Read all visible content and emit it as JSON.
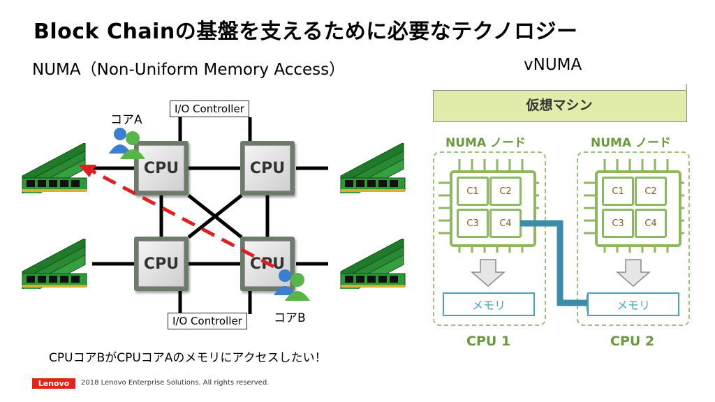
{
  "title": "Block Chainの基盤を支えるために必要なテクノロジー",
  "left": {
    "subtitle": "NUMA（Non-Uniform Memory Access）",
    "io_controller_top": "I/O Controller",
    "io_controller_bottom": "I/O Controller",
    "cpu_label": "CPU",
    "core_a": "コアA",
    "core_b": "コアB",
    "caption": "CPUコアBがCPUコアAのメモリにアクセスしたい！"
  },
  "right": {
    "subtitle": "vNUMA",
    "vm_label": "仮想マシン",
    "node_label": "NUMA ノード",
    "cores": [
      "C1",
      "C2",
      "C3",
      "C4"
    ],
    "memory_label": "メモリ",
    "cpu1": "CPU 1",
    "cpu2": "CPU 2"
  },
  "colors": {
    "green": "#8cb85f",
    "teal": "#3a8ca8",
    "red_dash": "#e02020",
    "vm_fill": "#e2ecaa"
  },
  "footer": {
    "logo": "Lenovo",
    "copyright": "2018 Lenovo Enterprise Solutions. All rights reserved."
  }
}
